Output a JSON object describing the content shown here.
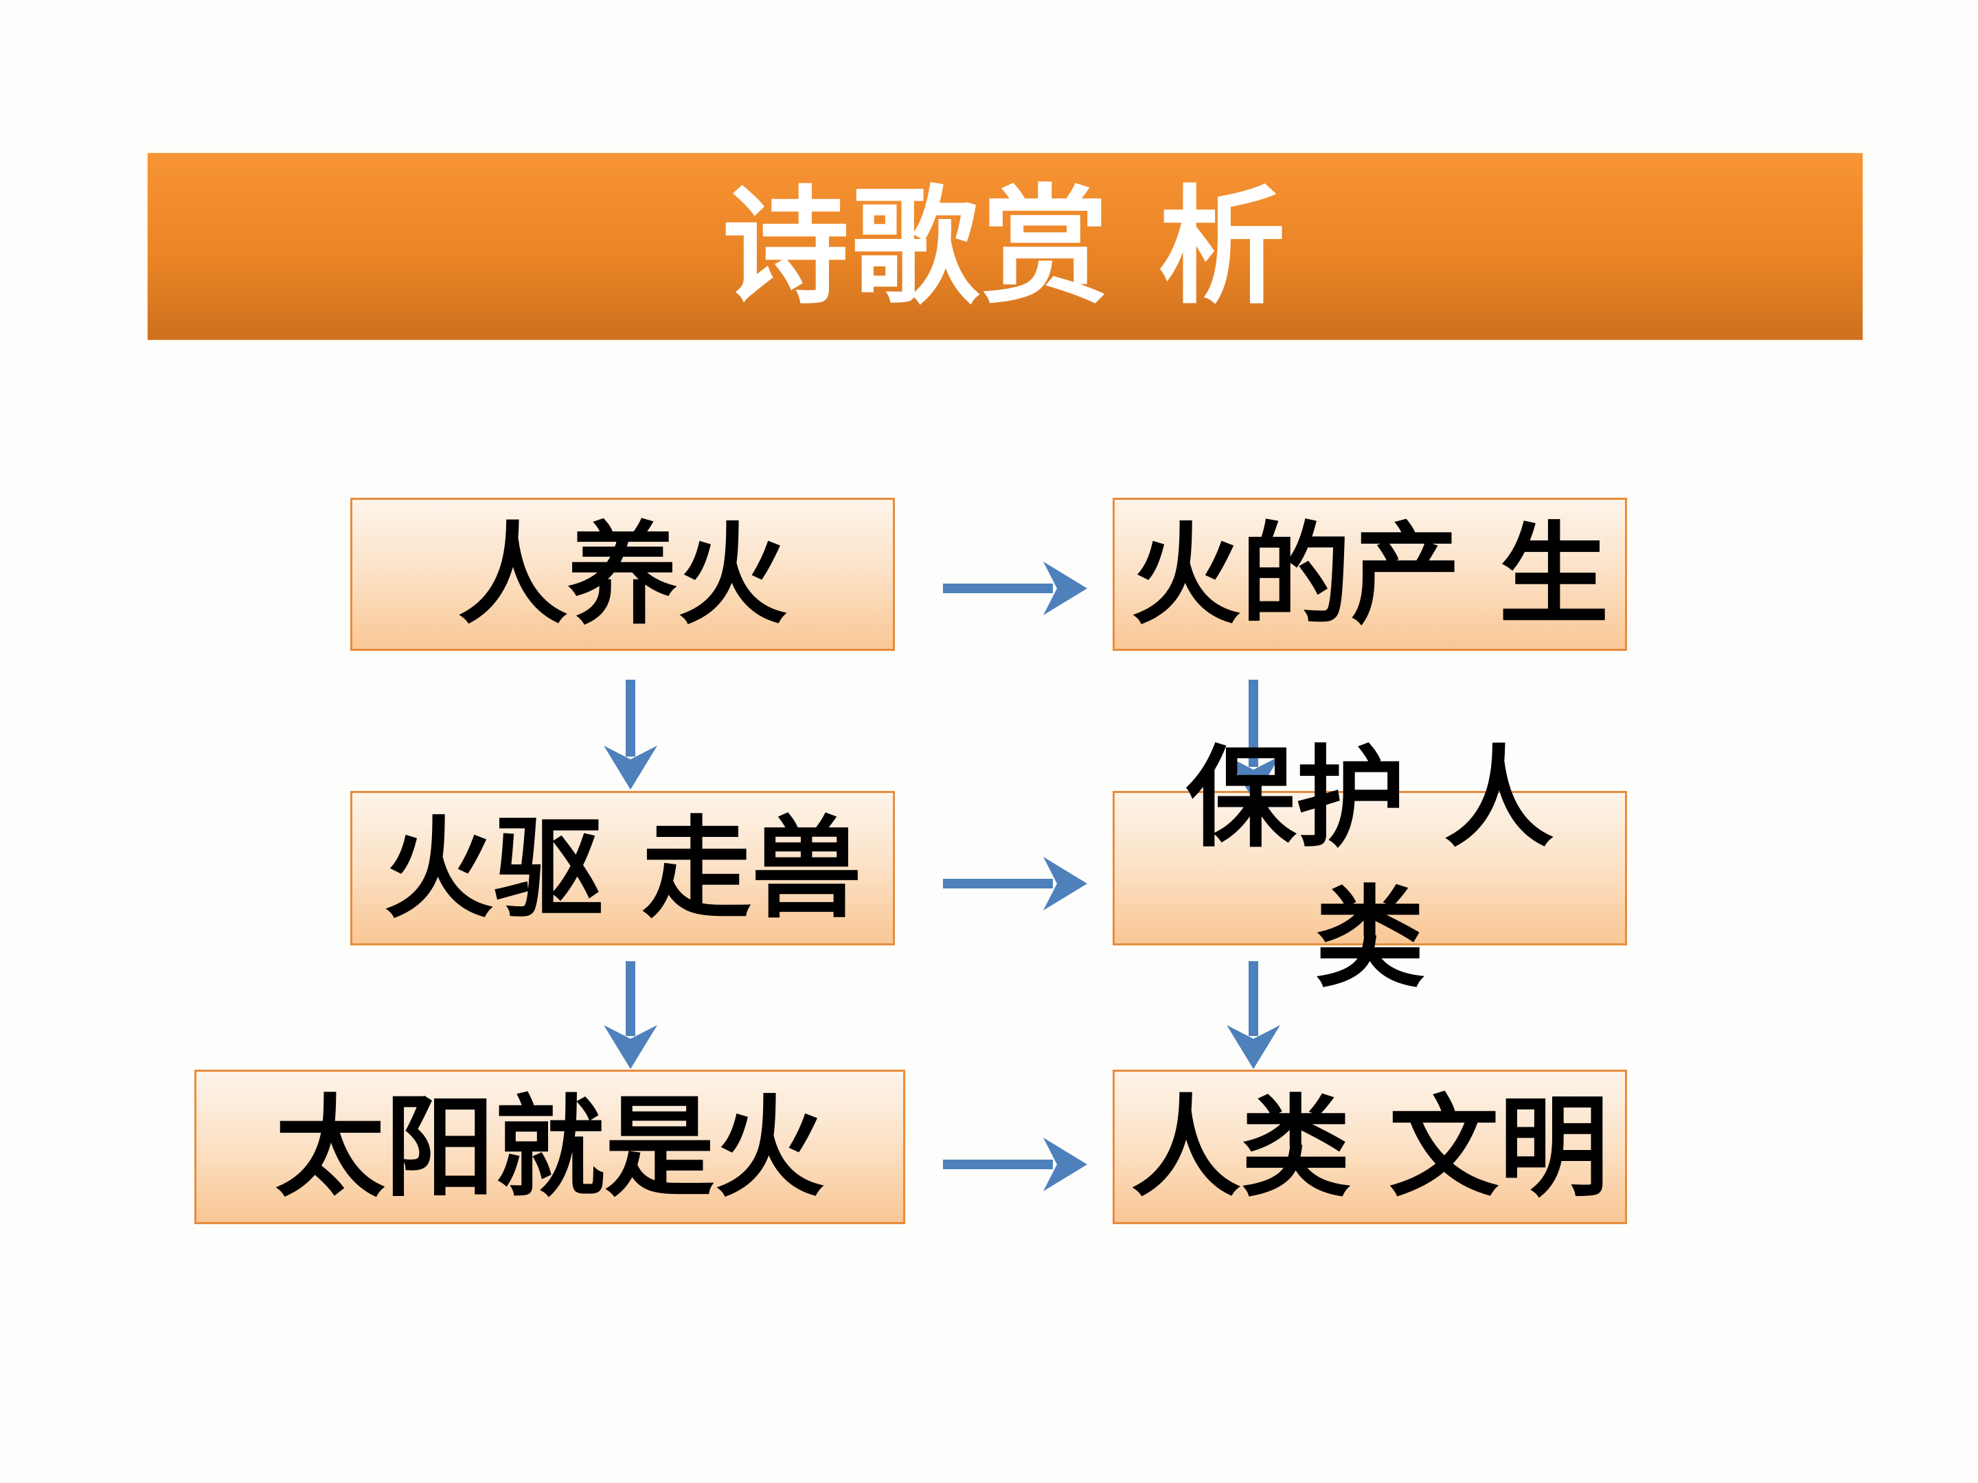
{
  "slide": {
    "kind": "flowchart-slide",
    "title": {
      "text": "诗歌赏 析"
    }
  },
  "flowchart": {
    "boxes": [
      {
        "id": "renyanghuo",
        "text": "人养火"
      },
      {
        "id": "huodechansheng",
        "text": "火的产 生"
      },
      {
        "id": "huoquzoushou",
        "text": "火驱 走兽"
      },
      {
        "id": "baohurenlei",
        "text": "保护 人\n类"
      },
      {
        "id": "taiyangjiushihuo",
        "text": "太阳就是火"
      },
      {
        "id": "renleiwenming",
        "text": "人类 文明"
      }
    ],
    "edges": [
      {
        "from": "人养火",
        "to": "火的产生",
        "direction": "right"
      },
      {
        "from": "人养火",
        "to": "火驱走兽",
        "direction": "down"
      },
      {
        "from": "火的产生",
        "to": "保护人类",
        "direction": "down"
      },
      {
        "from": "火驱走兽",
        "to": "保护人类",
        "direction": "right"
      },
      {
        "from": "火驱走兽",
        "to": "太阳就是火",
        "direction": "down"
      },
      {
        "from": "保护人类",
        "to": "人类文明",
        "direction": "down"
      },
      {
        "from": "太阳就是火",
        "to": "人类文明",
        "direction": "right"
      }
    ],
    "colors": {
      "page_bg": "#FDFDFB",
      "banner_top": "#F79434",
      "banner_bottom": "#CE701E",
      "title_text": "#FFFFFF",
      "box_border": "#E78C3C",
      "box_fill_top": "#FDF4EA",
      "box_fill_bottom": "#F9C795",
      "box_text": "#000000",
      "arrow": "#4E80BC"
    }
  }
}
